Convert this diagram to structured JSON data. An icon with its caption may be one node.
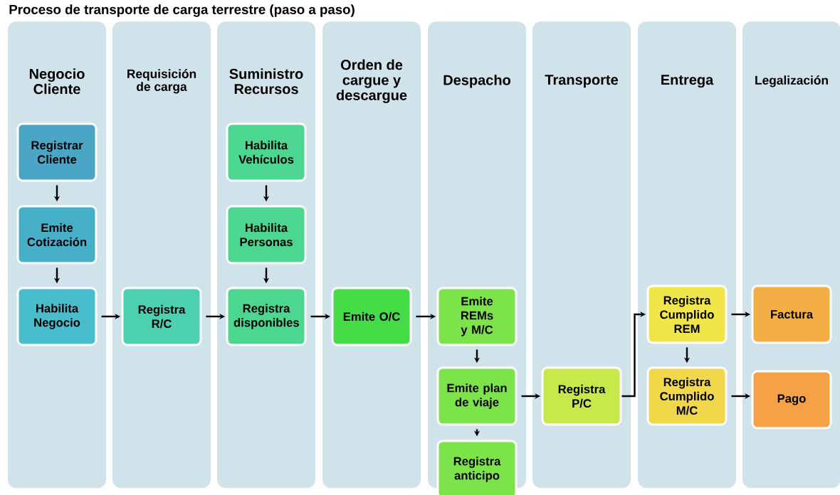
{
  "diagram": {
    "title": "Proceso de transporte de carga terrestre (paso a paso)",
    "nodes": [
      {
        "text": [
          "Negocio Cliente"
        ]
      },
      {
        "text": [
          "Registrar Cliente"
        ],
        "in": 0
      },
      {
        "text": [
          "Emite Cotización"
        ],
        "in": 0
      },
      {
        "text": [
          "Habilita Negocio"
        ],
        "in": 0
      },
      {
        "text": [
          "Requisición de carga"
        ]
      },
      {
        "text": [
          "Registra R/C"
        ],
        "in": 4
      },
      {
        "text": [
          "Suministro Recursos"
        ]
      },
      {
        "text": [
          "Habilita Vehículos"
        ],
        "in": 6
      },
      {
        "text": [
          "Habilita Personas"
        ],
        "in": 6
      },
      {
        "text": [
          "Registra disponibles"
        ],
        "in": 6
      },
      {
        "text": [
          "Orden de cargue y descargue"
        ]
      },
      {
        "text": [
          "Emite O/C"
        ],
        "in": 10
      },
      {
        "text": [
          "Despacho"
        ]
      },
      {
        "text": [
          "Emite REMs y M/C"
        ],
        "in": 12
      },
      {
        "text": [
          "Emite plan de viaje"
        ],
        "in": 12
      },
      {
        "text": [
          "Registra anticipo"
        ],
        "in": 12
      },
      {
        "text": [
          "Transporte"
        ]
      },
      {
        "text": [
          "Registra P/C"
        ],
        "in": 16
      },
      {
        "text": [
          "Entrega"
        ]
      },
      {
        "text": [
          "Registra Cumplido REM"
        ],
        "in": 18
      },
      {
        "text": [
          "Registra Cumplido M/C"
        ],
        "in": 18
      },
      {
        "text": [
          "Legalización"
        ]
      },
      {
        "text": [
          "Factura"
        ],
        "in": 21
      },
      {
        "text": [
          "Pago"
        ],
        "in": 21
      }
    ],
    "edges": [
      {
        "from": 1,
        "to": 2,
        "arrow": "to"
      },
      {
        "from": 2,
        "to": 3,
        "arrow": "to"
      },
      {
        "from": 3,
        "to": 5,
        "arrow": "to"
      },
      {
        "from": 5,
        "to": 9,
        "arrow": "to"
      },
      {
        "from": 7,
        "to": 8,
        "arrow": "to"
      },
      {
        "from": 8,
        "to": 9,
        "arrow": "to"
      },
      {
        "from": 9,
        "to": 11,
        "arrow": "to"
      },
      {
        "from": 11,
        "to": 13,
        "arrow": "to"
      },
      {
        "from": 13,
        "to": 14,
        "arrow": "to"
      },
      {
        "from": 14,
        "to": 15,
        "arrow": "to"
      },
      {
        "from": 14,
        "to": 17,
        "arrow": "to"
      },
      {
        "from": 17,
        "to": 19,
        "arrow": "to"
      },
      {
        "from": 19,
        "to": 20,
        "arrow": "to"
      },
      {
        "from": 19,
        "to": 22,
        "arrow": "to"
      },
      {
        "from": 20,
        "to": 23,
        "arrow": "to"
      }
    ]
  }
}
